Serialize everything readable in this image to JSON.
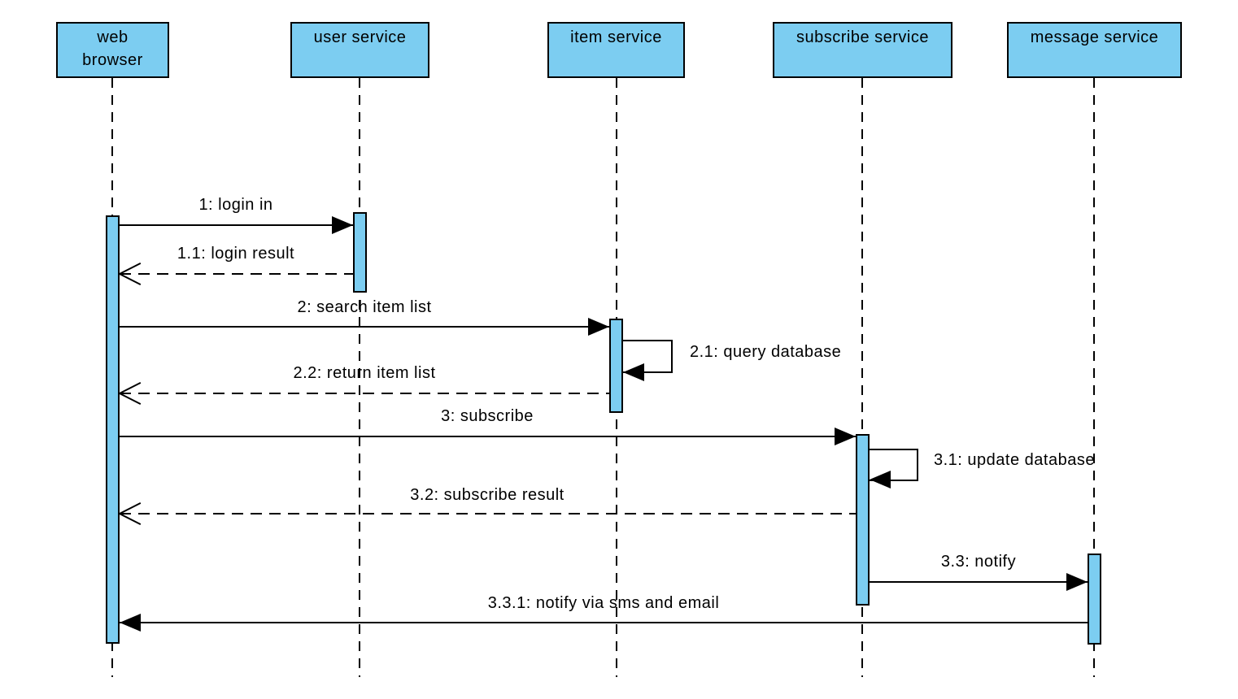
{
  "diagram": {
    "type": "uml-sequence-diagram",
    "actors": [
      {
        "label": "web browser"
      },
      {
        "label": "user service"
      },
      {
        "label": "item service"
      },
      {
        "label": "subscribe service"
      },
      {
        "label": "message service"
      }
    ],
    "messages": [
      {
        "label": "1: login in",
        "from": "web browser",
        "to": "user service",
        "line": "solid",
        "arrow": "filled"
      },
      {
        "label": "1.1: login result",
        "from": "user service",
        "to": "web browser",
        "line": "dashed",
        "arrow": "open"
      },
      {
        "label": "2: search item list",
        "from": "web browser",
        "to": "item service",
        "line": "solid",
        "arrow": "filled"
      },
      {
        "label": "2.1: query database",
        "from": "item service",
        "to": "item service",
        "line": "self",
        "arrow": "filled"
      },
      {
        "label": "2.2: return item list",
        "from": "item service",
        "to": "web browser",
        "line": "dashed",
        "arrow": "open"
      },
      {
        "label": "3: subscribe",
        "from": "web browser",
        "to": "subscribe service",
        "line": "solid",
        "arrow": "filled"
      },
      {
        "label": "3.1: update database",
        "from": "subscribe service",
        "to": "subscribe service",
        "line": "self",
        "arrow": "filled"
      },
      {
        "label": "3.2: subscribe result",
        "from": "subscribe service",
        "to": "web browser",
        "line": "dashed",
        "arrow": "open"
      },
      {
        "label": "3.3: notify",
        "from": "subscribe service",
        "to": "message service",
        "line": "solid",
        "arrow": "filled"
      },
      {
        "label": "3.3.1: notify via sms and email",
        "from": "message service",
        "to": "web browser",
        "line": "solid",
        "arrow": "filled"
      }
    ],
    "colors": {
      "actor_fill": "#7CCDF1",
      "stroke": "#000000",
      "background": "#FFFFFF"
    }
  }
}
